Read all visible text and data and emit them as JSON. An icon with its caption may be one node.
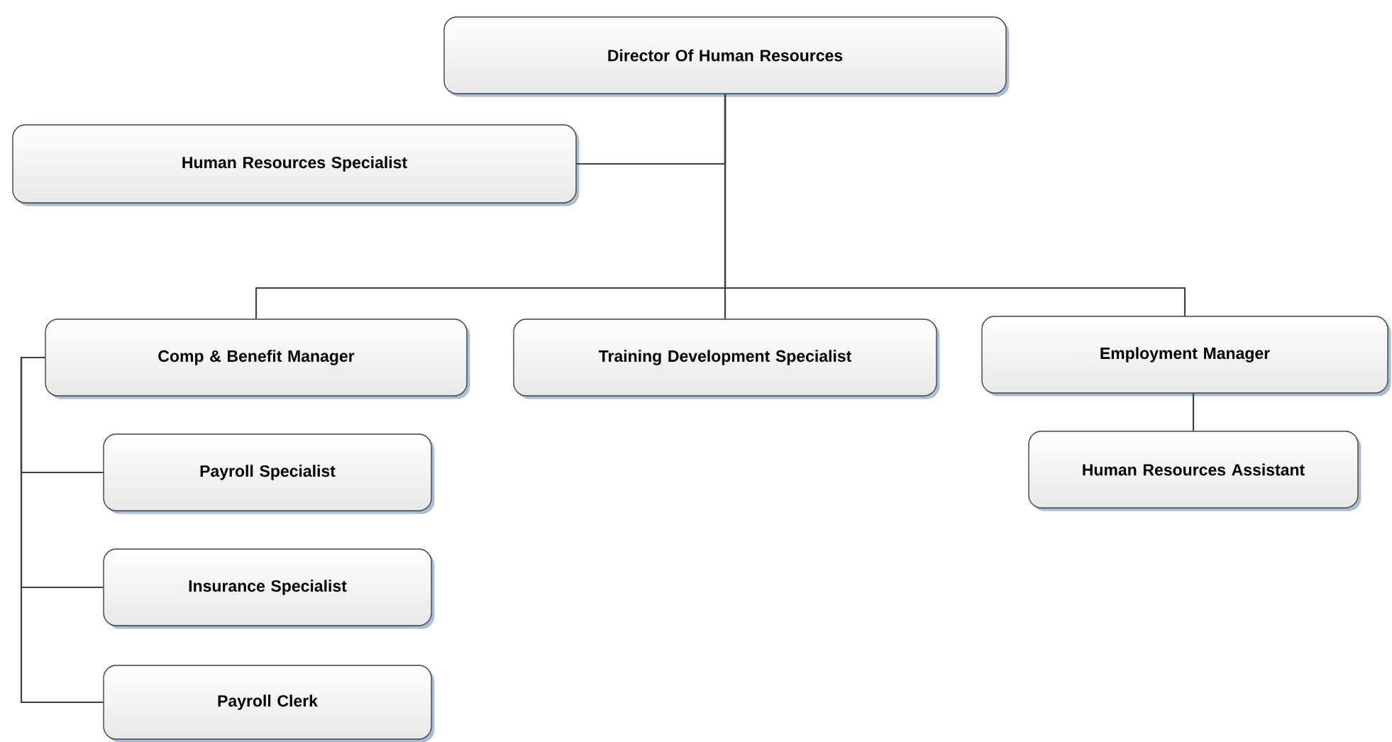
{
  "diagram": {
    "nodes": [
      {
        "text": [
          "Director Of Human Resources"
        ]
      },
      {
        "text": [
          "Human Resources Specialist"
        ]
      },
      {
        "text": [
          "Comp & Benefit Manager"
        ]
      },
      {
        "text": [
          "Training Development Specialist"
        ]
      },
      {
        "text": [
          "Employment Manager"
        ]
      },
      {
        "text": [
          "Payroll Specialist"
        ]
      },
      {
        "text": [
          "Insurance Specialist"
        ]
      },
      {
        "text": [
          "Payroll Clerk"
        ]
      },
      {
        "text": [
          "Human Resources Assistant"
        ]
      }
    ],
    "edges": [
      {
        "from": 0,
        "to": 1,
        "arrow": "none"
      },
      {
        "from": 0,
        "to": 2,
        "arrow": "none"
      },
      {
        "from": 0,
        "to": 3,
        "arrow": "none"
      },
      {
        "from": 0,
        "to": 4,
        "arrow": "none"
      },
      {
        "from": 2,
        "to": 5,
        "arrow": "none"
      },
      {
        "from": 2,
        "to": 6,
        "arrow": "none"
      },
      {
        "from": 2,
        "to": 7,
        "arrow": "none"
      },
      {
        "from": 4,
        "to": 8,
        "arrow": "none"
      }
    ]
  }
}
